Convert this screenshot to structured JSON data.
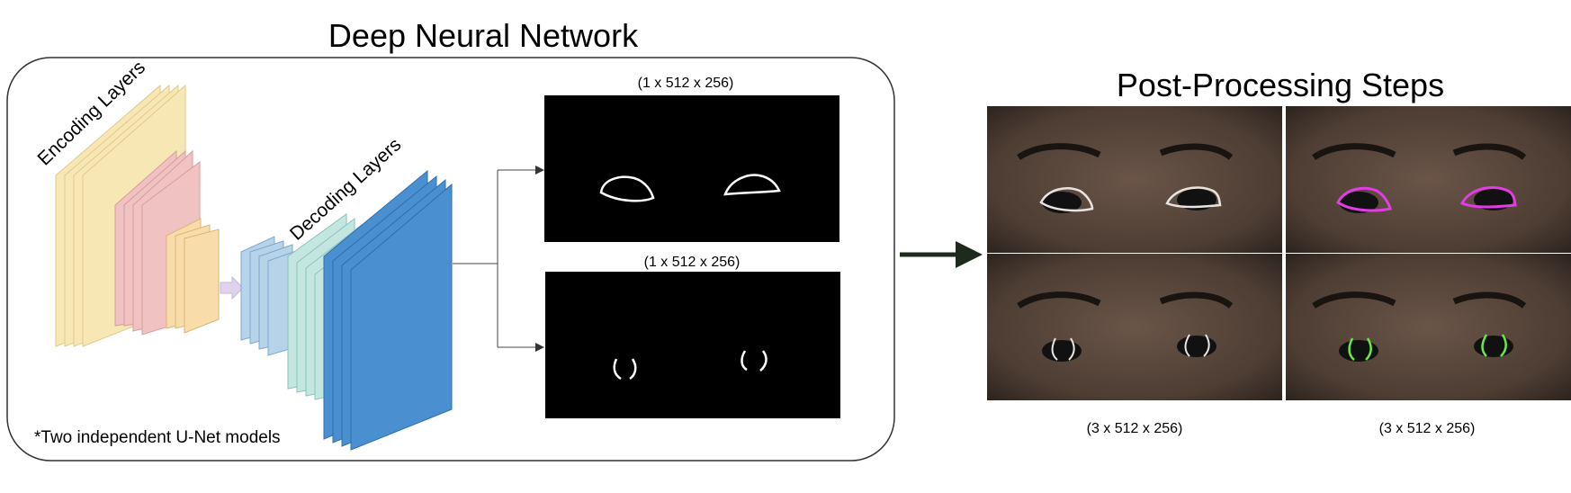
{
  "dnn": {
    "title": "Deep Neural Network",
    "encoding_label": "Encoding Layers",
    "decoding_label": "Decoding Layers",
    "footnote": "*Two independent U-Net models",
    "output_top_dim": "(1 x 512 x 256)",
    "output_bottom_dim": "(1 x 512 x 256)"
  },
  "post": {
    "title": "Post-Processing Steps",
    "left_dim": "(3 x 512 x 256)",
    "right_dim": "(3 x 512 x 256)"
  },
  "colors": {
    "enc_yellow": "#f7e7b5",
    "enc_pink": "#f0c2c2",
    "enc_peach": "#f8dcaa",
    "dec_lightblue": "#b6d3ea",
    "dec_teal": "#c3e6e1",
    "dec_blue": "#4a8fd0",
    "overlay_magenta": "#e23ce6",
    "overlay_green": "#69e64a",
    "mask_outline": "#ffffff"
  }
}
